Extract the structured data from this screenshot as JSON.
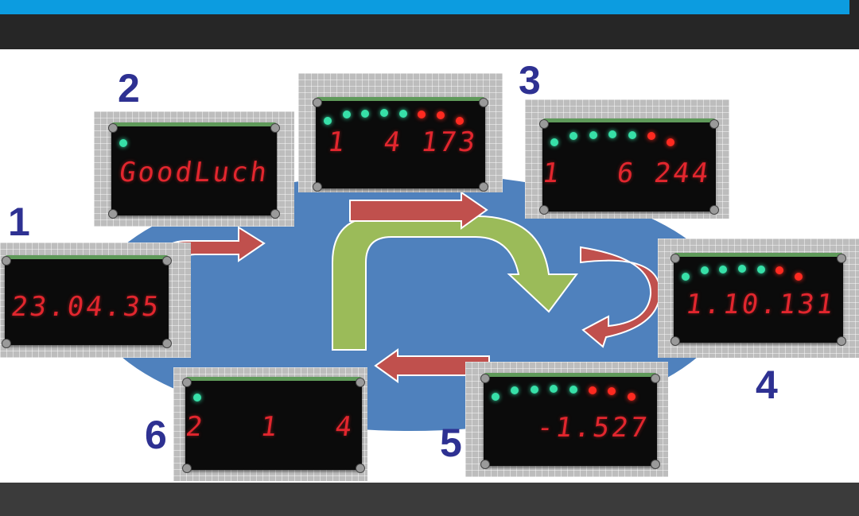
{
  "colors": {
    "top_bar": "#0c9ce0",
    "header": "#262626",
    "footer": "#3b3b3b",
    "ellipse": "#4f81bd",
    "red_arrow": "#c0504d",
    "green_arrow": "#9bbb59",
    "label": "#2e3192",
    "led_green": "#37e0a8",
    "led_red": "#ff2a20",
    "segment": "#e2262e"
  },
  "steps": [
    {
      "label": "1",
      "display": "23.04.35",
      "leds": []
    },
    {
      "label": "2",
      "display": "GoodLuch",
      "leds": [
        "green"
      ]
    },
    {
      "label": "3",
      "display": "1  4 173",
      "leds": [
        "green",
        "green",
        "green",
        "green",
        "green",
        "red",
        "red",
        "red"
      ]
    },
    {
      "label": "",
      "display": "1   6 244",
      "leds": [
        "green",
        "green",
        "green",
        "green",
        "green",
        "red",
        "red"
      ]
    },
    {
      "label": "4",
      "display": "1.10.131",
      "leds": [
        "green",
        "green",
        "green",
        "green",
        "green",
        "red",
        "red"
      ]
    },
    {
      "label": "5",
      "display": "-1.527",
      "leds": [
        "green",
        "green",
        "green",
        "green",
        "green",
        "red",
        "red",
        "red"
      ]
    },
    {
      "label": "6",
      "display": "2   1   4",
      "leds": [
        "green"
      ]
    }
  ]
}
